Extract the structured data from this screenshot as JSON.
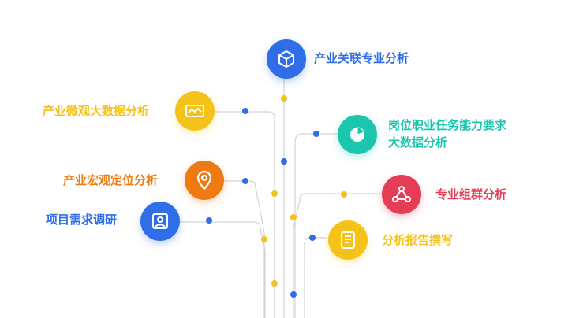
{
  "colors": {
    "line": "#d3d3d3",
    "dot_blue": "#2f6ee8",
    "dot_yellow": "#f5c21a"
  },
  "nodes": [
    {
      "id": "industry-relation",
      "label": "产业关联专业分析",
      "color": "#2f6ee8",
      "icon": "cube-icon"
    },
    {
      "id": "industry-big-data",
      "label": "产业微观大数据分析",
      "color": "#f5c21a",
      "icon": "cash-icon"
    },
    {
      "id": "job-requirements",
      "label_lines": [
        "岗位职业任务能力要求",
        "大数据分析"
      ],
      "color": "#1cc6ae",
      "icon": "pie-chart-icon"
    },
    {
      "id": "industry-location",
      "label": "产业宏观定位分析",
      "color": "#f07a12",
      "icon": "location-pin-icon"
    },
    {
      "id": "major-group",
      "label": "专业组群分析",
      "color": "#e63d56",
      "icon": "share-icon"
    },
    {
      "id": "project-research",
      "label": "项目需求调研",
      "color": "#2f6ee8",
      "icon": "person-card-icon"
    },
    {
      "id": "report-writing",
      "label": "分析报告撰写",
      "color": "#f5c21a",
      "icon": "document-icon"
    }
  ]
}
